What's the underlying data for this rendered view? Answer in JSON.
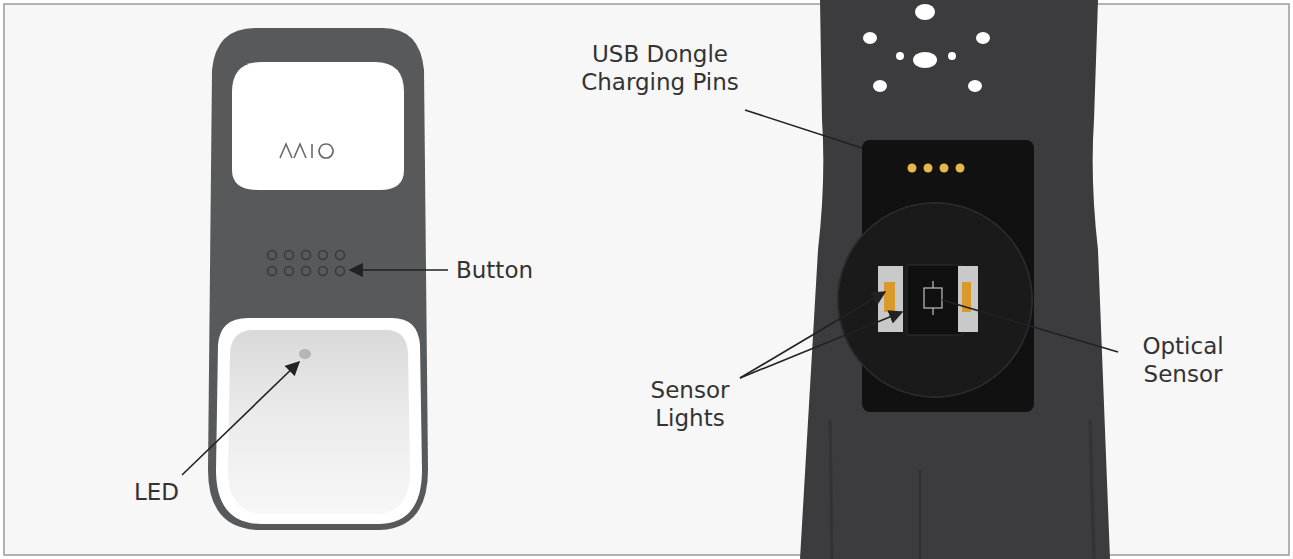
{
  "diagram": {
    "labels": [
      "Button",
      "LED",
      "USB Dongle Charging Pins",
      "Optical Sensor",
      "Sensor Lights"
    ]
  }
}
